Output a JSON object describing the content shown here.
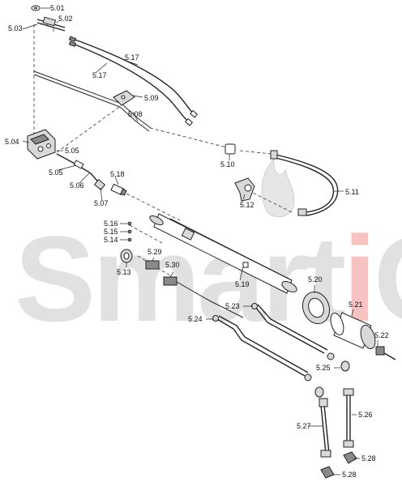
{
  "watermark": {
    "text_before": "Smart",
    "text_accent": "i",
    "text_after": "Co",
    "accent_color": "#e63a2e"
  },
  "callouts": [
    {
      "id": "5.01"
    },
    {
      "id": "5.02"
    },
    {
      "id": "5.03"
    },
    {
      "id": "5.04"
    },
    {
      "id": "5.05"
    },
    {
      "id": "5.05"
    },
    {
      "id": "5.06"
    },
    {
      "id": "5.07"
    },
    {
      "id": "5.08"
    },
    {
      "id": "5.09"
    },
    {
      "id": "5.10"
    },
    {
      "id": "5.11"
    },
    {
      "id": "5.12"
    },
    {
      "id": "5.13"
    },
    {
      "id": "5.14"
    },
    {
      "id": "5.15"
    },
    {
      "id": "5.16"
    },
    {
      "id": "5.17"
    },
    {
      "id": "5.17"
    },
    {
      "id": "5.18"
    },
    {
      "id": "5.19"
    },
    {
      "id": "5.20"
    },
    {
      "id": "5.21"
    },
    {
      "id": "5.22"
    },
    {
      "id": "5.23"
    },
    {
      "id": "5.24"
    },
    {
      "id": "5.25"
    },
    {
      "id": "5.26"
    },
    {
      "id": "5.27"
    },
    {
      "id": "5.28"
    },
    {
      "id": "5.28"
    },
    {
      "id": "5.29"
    },
    {
      "id": "5.30"
    }
  ]
}
